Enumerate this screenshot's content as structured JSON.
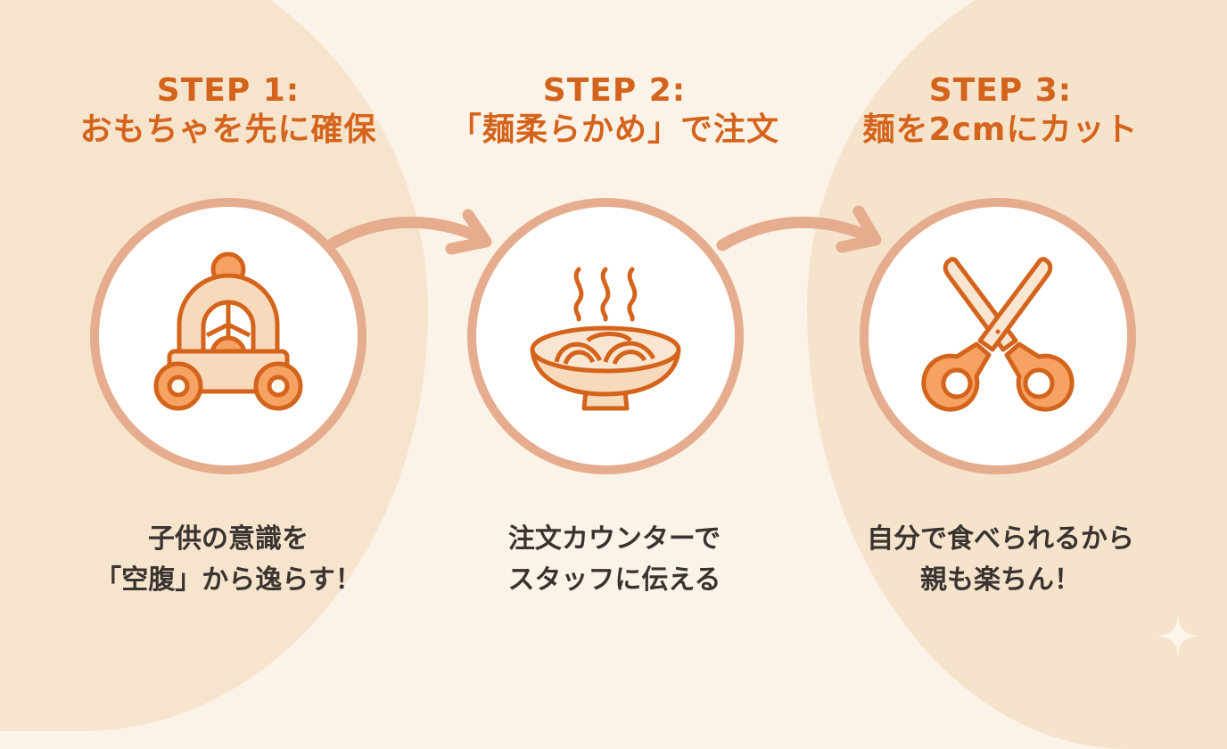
{
  "colors": {
    "background": "#fcf3e8",
    "blob": "#f7e4cc",
    "title": "#d4641c",
    "description": "#3a3431",
    "circle_border": "#e6ac8e",
    "icon_stroke": "#d4641c",
    "icon_fill_light": "#f7d9bb",
    "icon_fill_mid": "#f5a263",
    "arrow": "#e6ac8e"
  },
  "steps": [
    {
      "title_line1": "STEP 1:",
      "title_line2": "おもちゃを先に確保",
      "icon": "toy-car-icon",
      "desc_line1": "子供の意識を",
      "desc_line2": "「空腹」から逸らす！"
    },
    {
      "title_line1": "STEP 2:",
      "title_line2": "「麺柔らかめ」で注文",
      "icon": "noodle-bowl-icon",
      "desc_line1": "注文カウンターで",
      "desc_line2": "スタッフに伝える"
    },
    {
      "title_line1": "STEP 3:",
      "title_line2": "麺を2cmにカット",
      "icon": "scissors-icon",
      "desc_line1": "自分で食べられるから",
      "desc_line2": "親も楽ちん！"
    }
  ],
  "arrows": [
    "arrow-step1-to-step2",
    "arrow-step2-to-step3"
  ],
  "decoration": "sparkle-icon"
}
